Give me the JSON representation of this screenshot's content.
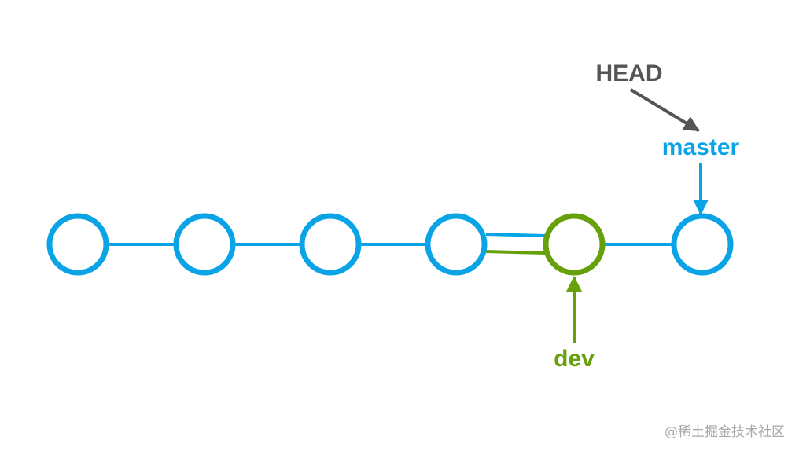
{
  "colors": {
    "master": "#0aa4e6",
    "dev": "#66a00a",
    "head": "#555555",
    "watermark": "#a9a9a9"
  },
  "labels": {
    "head": "HEAD",
    "master": "master",
    "dev": "dev"
  },
  "commits": [
    {
      "branch": "master"
    },
    {
      "branch": "master"
    },
    {
      "branch": "master"
    },
    {
      "branch": "master"
    },
    {
      "branch": "dev"
    },
    {
      "branch": "master"
    }
  ],
  "watermark": "@稀土掘金技术社区"
}
